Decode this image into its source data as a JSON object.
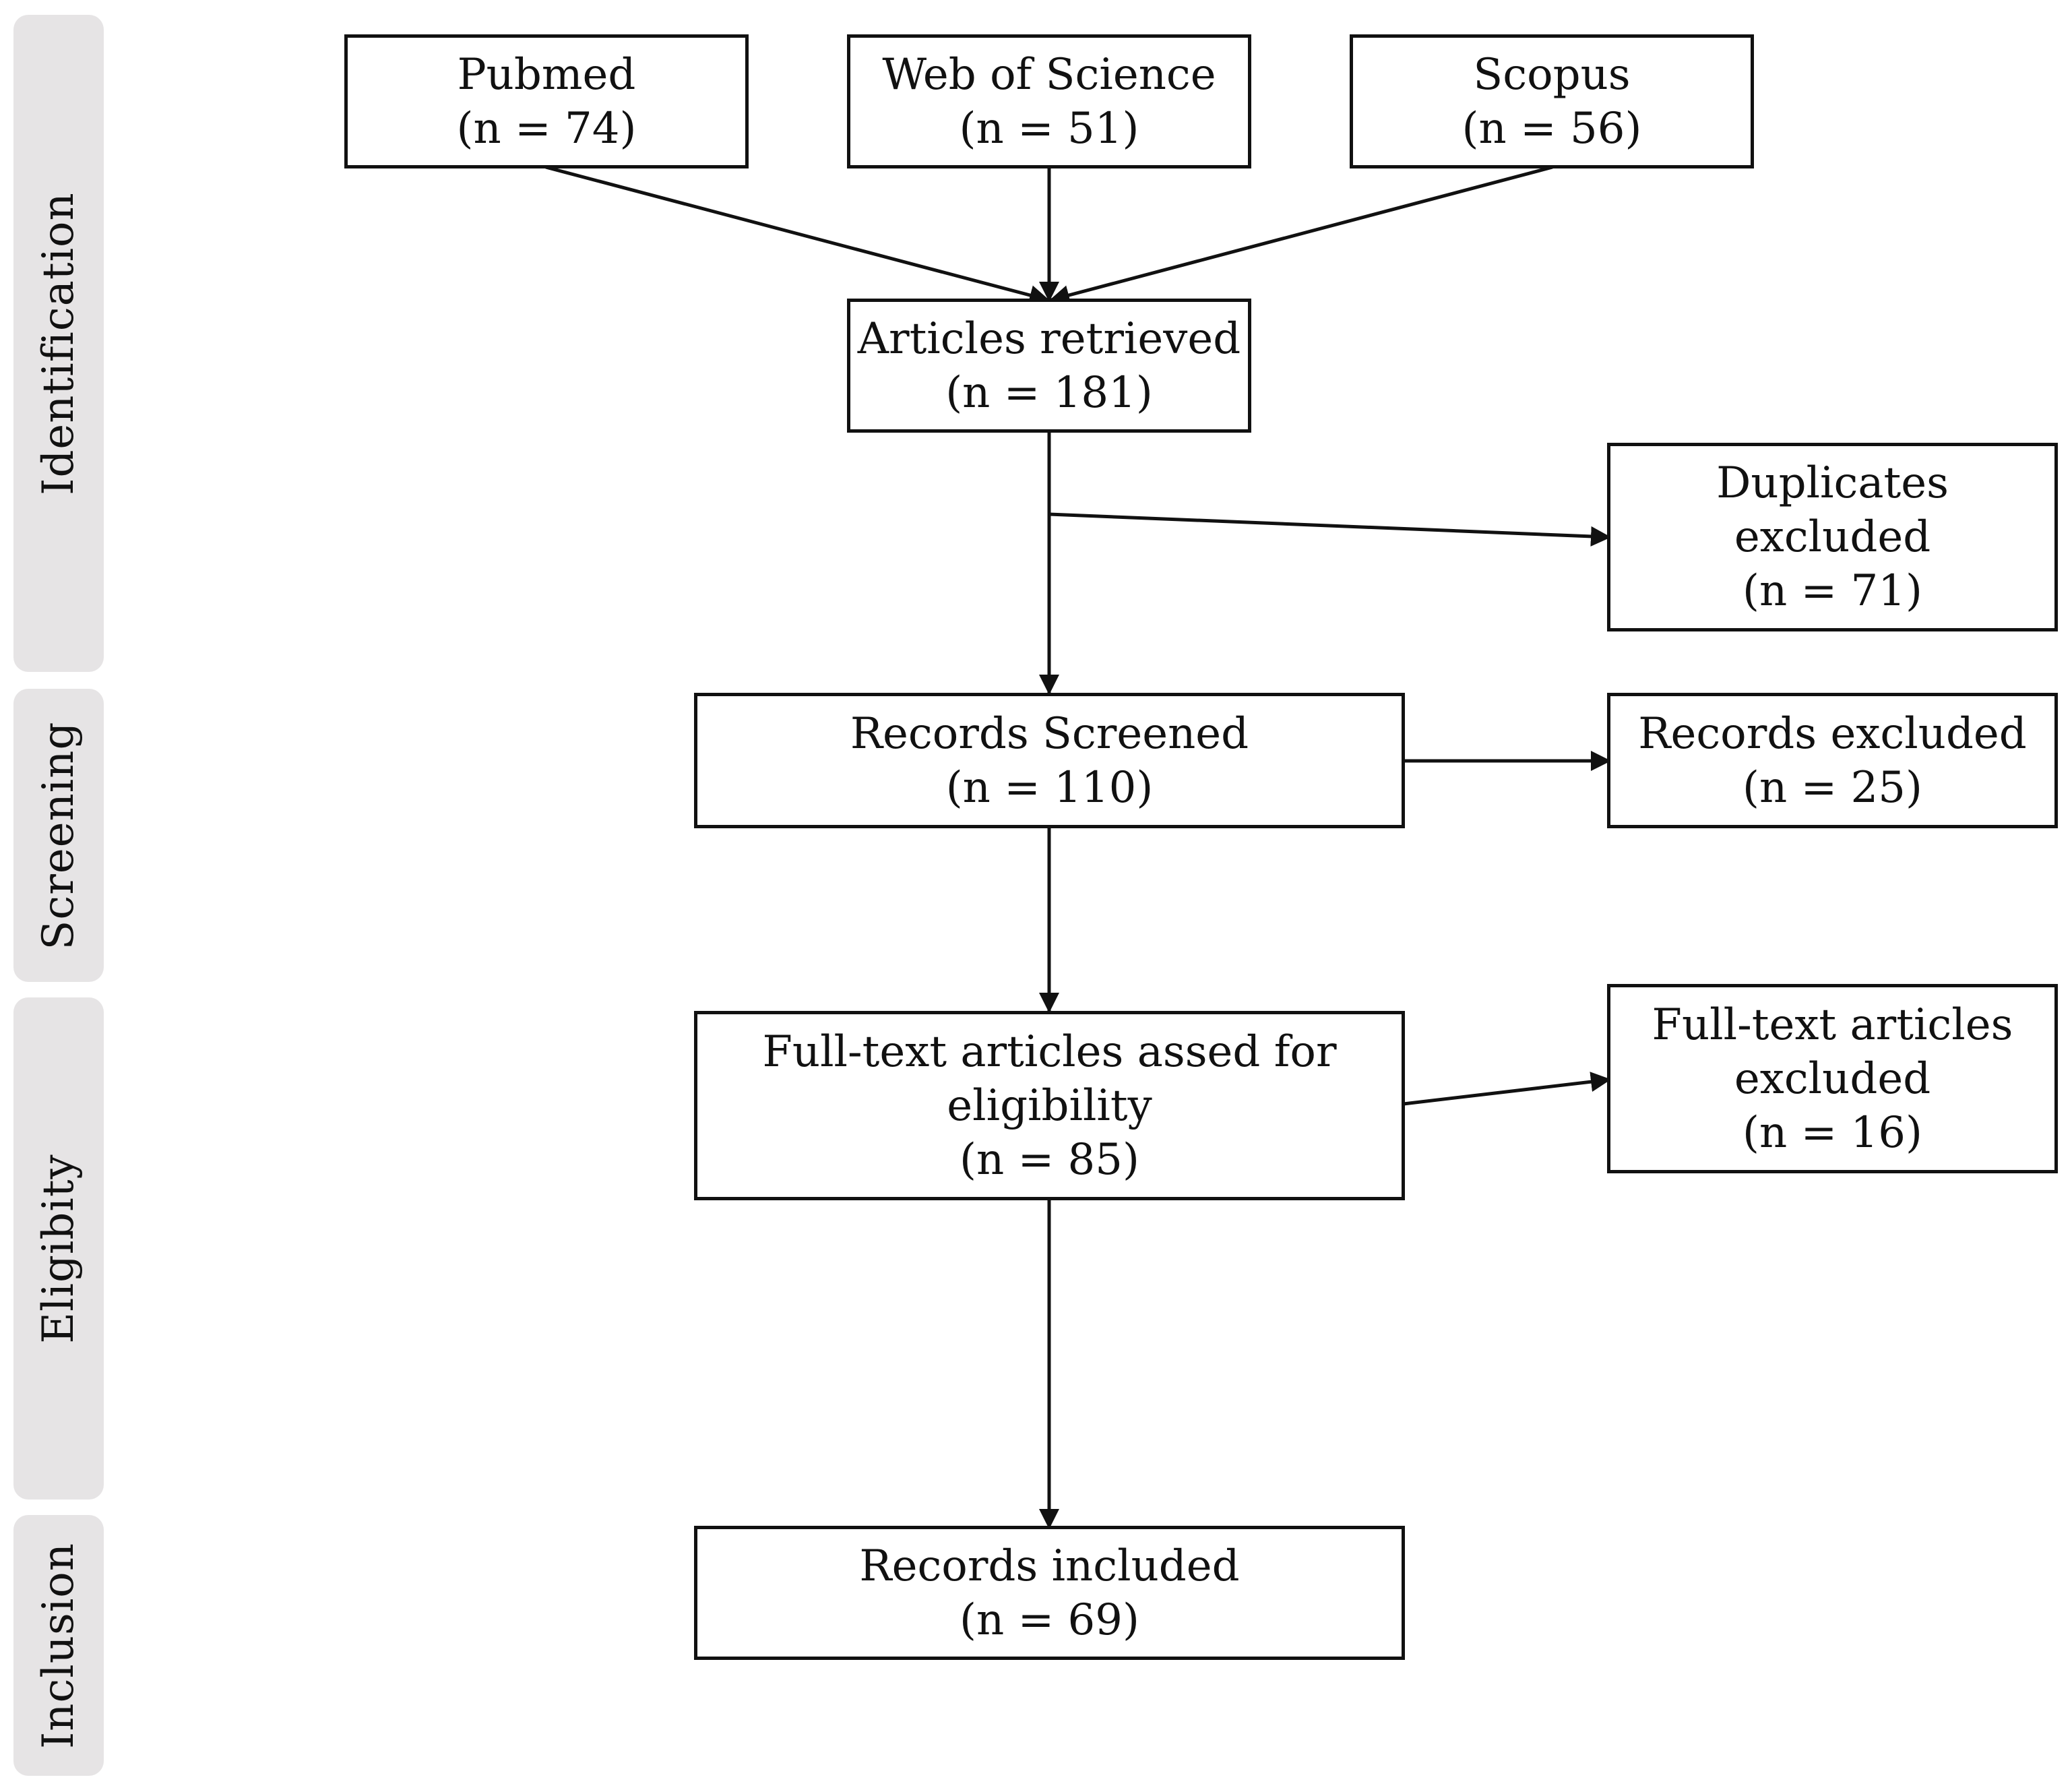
{
  "phases": {
    "identification": "Identification",
    "screening": "Screening",
    "eligibility": "Eligibity",
    "inclusion": "Inclusion"
  },
  "boxes": {
    "pubmed": {
      "title": "Pubmed",
      "count": "(n = 74)"
    },
    "web_of_science": {
      "title": "Web of Science",
      "count": "(n = 51)"
    },
    "scopus": {
      "title": "Scopus",
      "count": "(n = 56)"
    },
    "articles_retrieved": {
      "title": "Articles retrieved",
      "count": "(n = 181)"
    },
    "duplicates_excluded": {
      "line1": "Duplicates",
      "line2": "excluded",
      "count": "(n = 71)"
    },
    "records_screened": {
      "title": "Records Screened",
      "count": "(n = 110)"
    },
    "records_excluded": {
      "title": "Records excluded",
      "count": "(n = 25)"
    },
    "full_text_assessed": {
      "line1": "Full-text articles assed for",
      "line2": "eligibility",
      "count": "(n = 85)"
    },
    "full_text_excluded": {
      "line1": "Full-text articles",
      "line2": "excluded",
      "count": "(n = 16)"
    },
    "records_included": {
      "title": "Records included",
      "count": "(n = 69)"
    }
  }
}
